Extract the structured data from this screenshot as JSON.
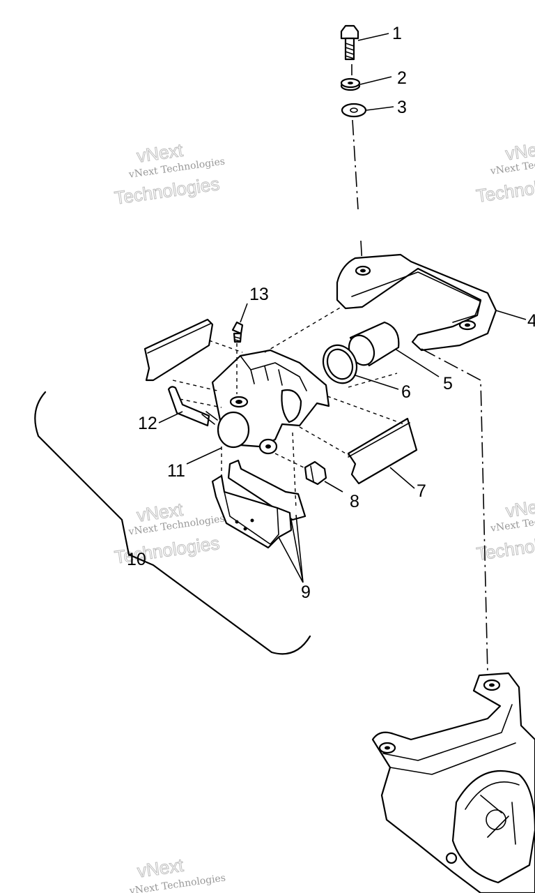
{
  "callouts": {
    "c1": "1",
    "c2": "2",
    "c3": "3",
    "c4": "4",
    "c5": "5",
    "c6": "6",
    "c7": "7",
    "c8": "8",
    "c9": "9",
    "c10": "10",
    "c11": "11",
    "c12": "12",
    "c13": "13"
  },
  "watermark": {
    "line_small": "vNext Technologies",
    "line_large_1": "vNext",
    "line_large_2": "Technologies"
  }
}
